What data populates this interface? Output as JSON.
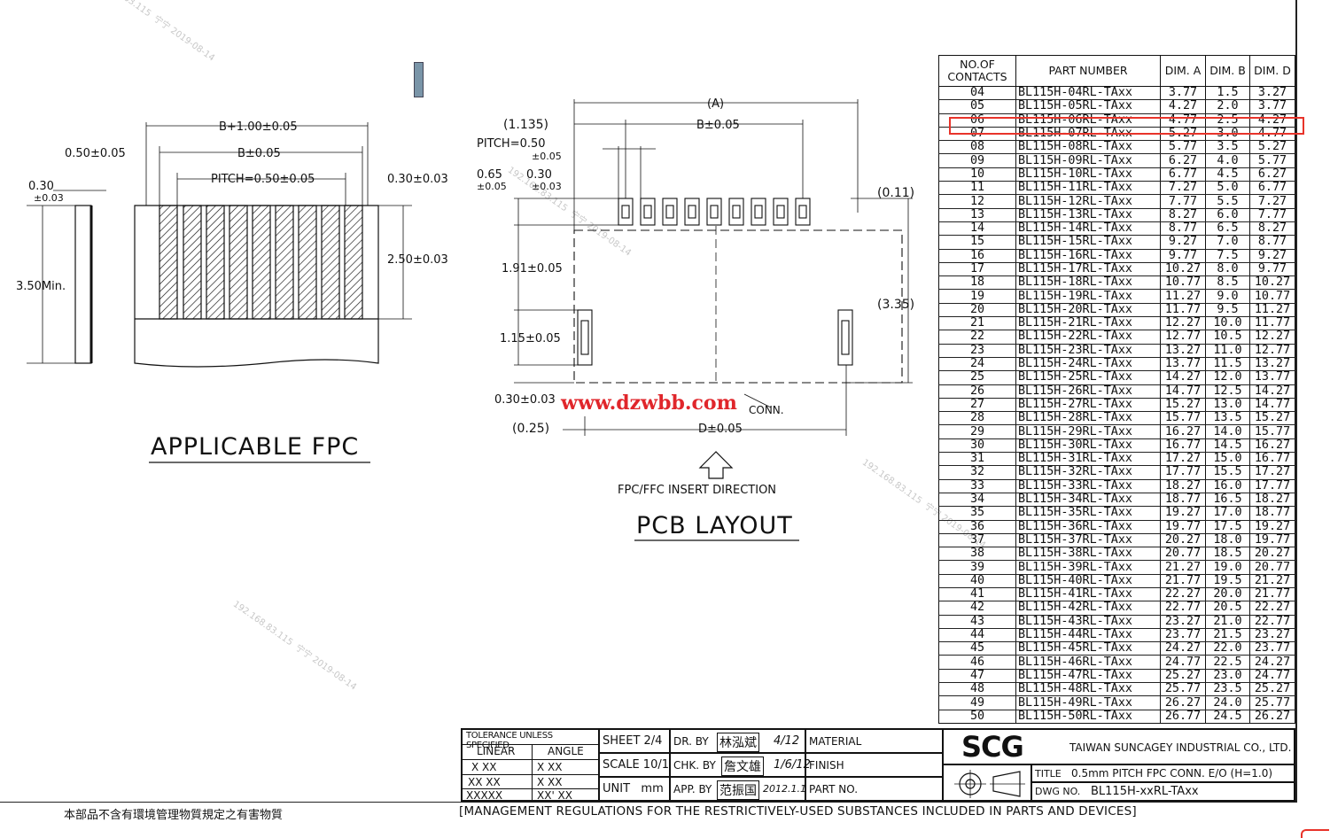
{
  "drawing": {
    "fpc_title": "APPLICABLE FPC",
    "pcb_title": "PCB LAYOUT",
    "insert_direction": "FPC/FFC INSERT DIRECTION",
    "conn_label": "CONN.",
    "website": "www.dzwbb.com",
    "fpc_dims": {
      "b_plus": "B+1.00±0.05",
      "half": "0.50±0.05",
      "b": "B±0.05",
      "pitch": "PITCH=0.50±0.05",
      "side": "0.30±0.03",
      "thick_top": "0.30",
      "thick_bot": "±0.03",
      "length": "3.50Min.",
      "height": "2.50±0.03"
    },
    "pcb_dims": {
      "a": "(A)",
      "c1135": "(1.135)",
      "b": "B±0.05",
      "pitch": "PITCH=0.50",
      "pitch_tol": "±0.05",
      "p065": "0.65",
      "p065_tol": "±0.05",
      "p030": "0.30",
      "p030_tol": "±0.03",
      "p011": "(0.11)",
      "p191": "1.91±0.05",
      "p335": "(3.35)",
      "p115": "1.15±0.05",
      "p030b": "0.30±0.03",
      "p025": "(0.25)",
      "d": "D±0.05"
    }
  },
  "table": {
    "headers": [
      "NO.OF CONTACTS",
      "PART NUMBER",
      "DIM. A",
      "DIM. B",
      "DIM. D"
    ],
    "rows": [
      [
        "04",
        "BL115H-04RL-TAxx",
        "3.77",
        "1.5",
        "3.27"
      ],
      [
        "05",
        "BL115H-05RL-TAxx",
        "4.27",
        "2.0",
        "3.77"
      ],
      [
        "06",
        "BL115H-06RL-TAxx",
        "4.77",
        "2.5",
        "4.27"
      ],
      [
        "07",
        "BL115H-07RL-TAxx",
        "5.27",
        "3.0",
        "4.77"
      ],
      [
        "08",
        "BL115H-08RL-TAxx",
        "5.77",
        "3.5",
        "5.27"
      ],
      [
        "09",
        "BL115H-09RL-TAxx",
        "6.27",
        "4.0",
        "5.77"
      ],
      [
        "10",
        "BL115H-10RL-TAxx",
        "6.77",
        "4.5",
        "6.27"
      ],
      [
        "11",
        "BL115H-11RL-TAxx",
        "7.27",
        "5.0",
        "6.77"
      ],
      [
        "12",
        "BL115H-12RL-TAxx",
        "7.77",
        "5.5",
        "7.27"
      ],
      [
        "13",
        "BL115H-13RL-TAxx",
        "8.27",
        "6.0",
        "7.77"
      ],
      [
        "14",
        "BL115H-14RL-TAxx",
        "8.77",
        "6.5",
        "8.27"
      ],
      [
        "15",
        "BL115H-15RL-TAxx",
        "9.27",
        "7.0",
        "8.77"
      ],
      [
        "16",
        "BL115H-16RL-TAxx",
        "9.77",
        "7.5",
        "9.27"
      ],
      [
        "17",
        "BL115H-17RL-TAxx",
        "10.27",
        "8.0",
        "9.77"
      ],
      [
        "18",
        "BL115H-18RL-TAxx",
        "10.77",
        "8.5",
        "10.27"
      ],
      [
        "19",
        "BL115H-19RL-TAxx",
        "11.27",
        "9.0",
        "10.77"
      ],
      [
        "20",
        "BL115H-20RL-TAxx",
        "11.77",
        "9.5",
        "11.27"
      ],
      [
        "21",
        "BL115H-21RL-TAxx",
        "12.27",
        "10.0",
        "11.77"
      ],
      [
        "22",
        "BL115H-22RL-TAxx",
        "12.77",
        "10.5",
        "12.27"
      ],
      [
        "23",
        "BL115H-23RL-TAxx",
        "13.27",
        "11.0",
        "12.77"
      ],
      [
        "24",
        "BL115H-24RL-TAxx",
        "13.77",
        "11.5",
        "13.27"
      ],
      [
        "25",
        "BL115H-25RL-TAxx",
        "14.27",
        "12.0",
        "13.77"
      ],
      [
        "26",
        "BL115H-26RL-TAxx",
        "14.77",
        "12.5",
        "14.27"
      ],
      [
        "27",
        "BL115H-27RL-TAxx",
        "15.27",
        "13.0",
        "14.77"
      ],
      [
        "28",
        "BL115H-28RL-TAxx",
        "15.77",
        "13.5",
        "15.27"
      ],
      [
        "29",
        "BL115H-29RL-TAxx",
        "16.27",
        "14.0",
        "15.77"
      ],
      [
        "30",
        "BL115H-30RL-TAxx",
        "16.77",
        "14.5",
        "16.27"
      ],
      [
        "31",
        "BL115H-31RL-TAxx",
        "17.27",
        "15.0",
        "16.77"
      ],
      [
        "32",
        "BL115H-32RL-TAxx",
        "17.77",
        "15.5",
        "17.27"
      ],
      [
        "33",
        "BL115H-33RL-TAxx",
        "18.27",
        "16.0",
        "17.77"
      ],
      [
        "34",
        "BL115H-34RL-TAxx",
        "18.77",
        "16.5",
        "18.27"
      ],
      [
        "35",
        "BL115H-35RL-TAxx",
        "19.27",
        "17.0",
        "18.77"
      ],
      [
        "36",
        "BL115H-36RL-TAxx",
        "19.77",
        "17.5",
        "19.27"
      ],
      [
        "37",
        "BL115H-37RL-TAxx",
        "20.27",
        "18.0",
        "19.77"
      ],
      [
        "38",
        "BL115H-38RL-TAxx",
        "20.77",
        "18.5",
        "20.27"
      ],
      [
        "39",
        "BL115H-39RL-TAxx",
        "21.27",
        "19.0",
        "20.77"
      ],
      [
        "40",
        "BL115H-40RL-TAxx",
        "21.77",
        "19.5",
        "21.27"
      ],
      [
        "41",
        "BL115H-41RL-TAxx",
        "22.27",
        "20.0",
        "21.77"
      ],
      [
        "42",
        "BL115H-42RL-TAxx",
        "22.77",
        "20.5",
        "22.27"
      ],
      [
        "43",
        "BL115H-43RL-TAxx",
        "23.27",
        "21.0",
        "22.77"
      ],
      [
        "44",
        "BL115H-44RL-TAxx",
        "23.77",
        "21.5",
        "23.27"
      ],
      [
        "45",
        "BL115H-45RL-TAxx",
        "24.27",
        "22.0",
        "23.77"
      ],
      [
        "46",
        "BL115H-46RL-TAxx",
        "24.77",
        "22.5",
        "24.27"
      ],
      [
        "47",
        "BL115H-47RL-TAxx",
        "25.27",
        "23.0",
        "24.77"
      ],
      [
        "48",
        "BL115H-48RL-TAxx",
        "25.77",
        "23.5",
        "25.27"
      ],
      [
        "49",
        "BL115H-49RL-TAxx",
        "26.27",
        "24.0",
        "25.77"
      ],
      [
        "50",
        "BL115H-50RL-TAxx",
        "26.77",
        "24.5",
        "26.27"
      ]
    ],
    "highlight_color": "#e8332a"
  },
  "title_block": {
    "tolerance": "TOLERANCE UNLESS SPECIFIED",
    "linear": "LINEAR",
    "angle": "ANGLE",
    "tol1": "X  XX",
    "tol1b": "X  XX",
    "tol2": "XX  XX",
    "tol2b": "X  XX",
    "tol3": "XXXXX",
    "tol3b": "XX' XX",
    "sheet": "SHEET 2/4",
    "scale": "SCALE 10/1",
    "unit": "UNIT   mm",
    "dr_by": "DR. BY",
    "chk_by": "CHK. BY",
    "app_by": "APP. BY",
    "dr_sig": "林泓斌",
    "chk_sig": "詹文雄",
    "app_sig": "范振国",
    "dr_date": "4/12",
    "chk_date": "1/6/12",
    "app_date": "2012.1.1",
    "material": "MATERIAL",
    "finish": "FINISH",
    "part_no": "PART NO.",
    "logo": "SCG",
    "company": "TAIWAN SUNCAGEY INDUSTRIAL CO., LTD.",
    "title_label": "TITLE",
    "title_value": "0.5mm PITCH FPC CONN. E/O (H=1.0)",
    "dwg_label": "DWG NO.",
    "dwg_value": "BL115H-xxRL-TAxx"
  },
  "footer": {
    "chinese": "本部品不含有環境管理物質規定之有害物質",
    "english": "[MANAGEMENT REGULATIONS FOR THE RESTRICTIVELY-USED SUBSTANCES INCLUDED IN PARTS AND DEVICES]"
  }
}
